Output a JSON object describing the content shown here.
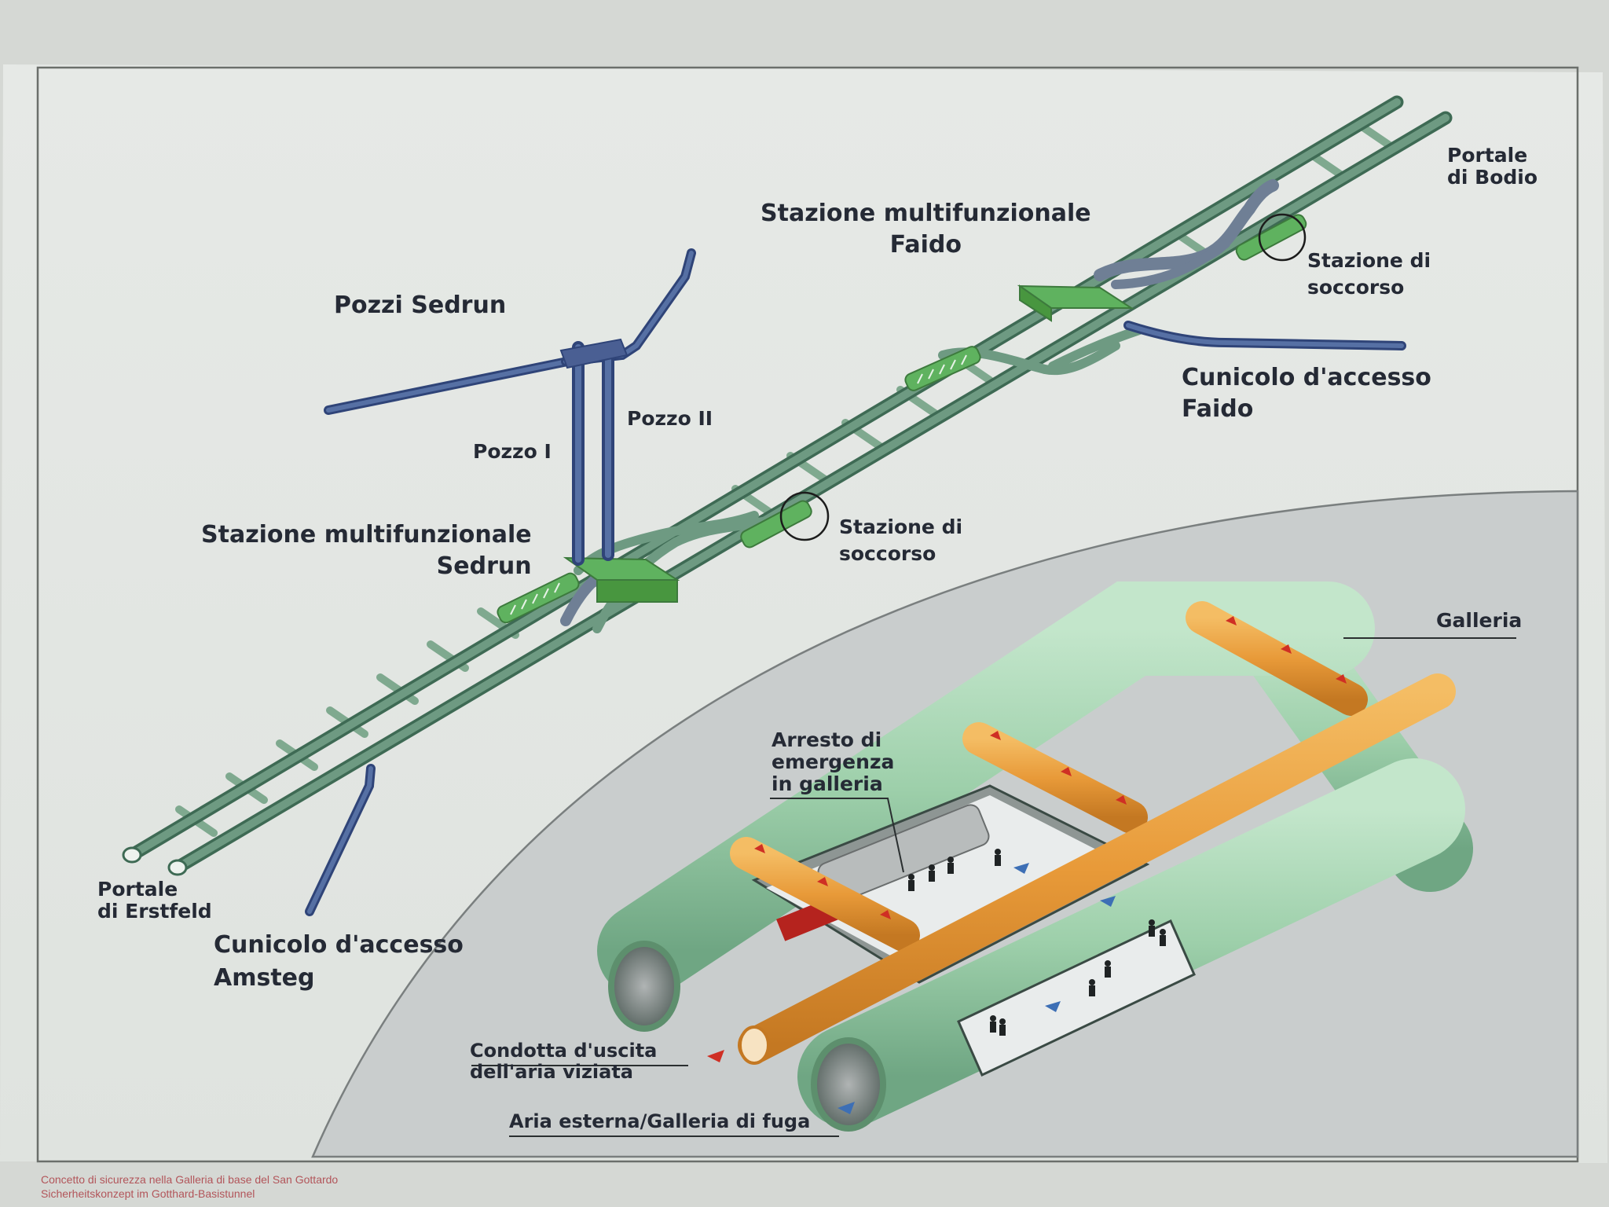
{
  "labels": {
    "pozzi_sedrun": "Pozzi Sedrun",
    "pozzo_1": "Pozzo I",
    "pozzo_2": "Pozzo II",
    "stazione_faido": [
      "Stazione multifunzionale",
      "Faido"
    ],
    "stazione_sedrun": [
      "Stazione multifunzionale",
      "Sedrun"
    ],
    "soccorso_sedrun": [
      "Stazione di",
      "soccorso"
    ],
    "soccorso_faido": [
      "Stazione di",
      "soccorso"
    ],
    "cunicolo_faido": [
      "Cunicolo d'accesso",
      "Faido"
    ],
    "cunicolo_amsteg": [
      "Cunicolo d'accesso",
      "Amsteg"
    ],
    "portale_bodio": [
      "Portale",
      "di Bodio"
    ],
    "portale_erstfeld": [
      "Portale",
      "di Erstfeld"
    ],
    "galleria": "Galleria",
    "arresto": [
      "Arresto di",
      "emergenza",
      "in galleria"
    ],
    "condotta": [
      "Condotta d'uscita",
      "dell'aria viziata"
    ],
    "aria_esterna": "Aria esterna/Galleria di fuga"
  },
  "footer": [
    "Concetto di sicurezza nella Galleria di base del San Gottardo",
    "Sicherheitskonzept im Gotthard-Basistunnel"
  ],
  "colors": {
    "background": "#e4e8e4",
    "tunnel_green": "#5f8a73",
    "shaft_blue": "#44598b",
    "station_green": "#5fb25f",
    "inset_gray": "#c5c9c9",
    "tube_green": "#9ccfa9",
    "duct_orange": "#e69a3a",
    "label_text": "#252a35",
    "footer_text": "#b2555a"
  }
}
